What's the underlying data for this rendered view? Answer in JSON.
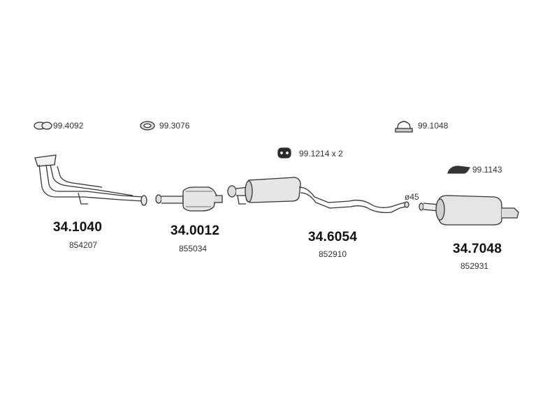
{
  "accessories": [
    {
      "code": "99.4092",
      "icon": "clamp-ring-icon"
    },
    {
      "code": "99.3076",
      "icon": "gasket-ring-icon"
    },
    {
      "code": "99.1048",
      "icon": "u-bolt-clamp-icon"
    },
    {
      "code": "99.1214 x 2",
      "icon": "rubber-mount-icon"
    },
    {
      "code": "99.1143",
      "icon": "hanger-strip-icon"
    }
  ],
  "parts": [
    {
      "number": "34.1040",
      "oem": "854207",
      "name": "front-pipe"
    },
    {
      "number": "34.0012",
      "oem": "855034",
      "name": "catalytic-converter"
    },
    {
      "number": "34.6054",
      "oem": "852910",
      "name": "middle-silencer"
    },
    {
      "number": "34.7048",
      "oem": "852931",
      "name": "rear-silencer"
    }
  ],
  "dimension_label": "ø45",
  "colors": {
    "line": "#333333",
    "fill": "#e8e8e8",
    "shade": "#bdbdbd"
  }
}
